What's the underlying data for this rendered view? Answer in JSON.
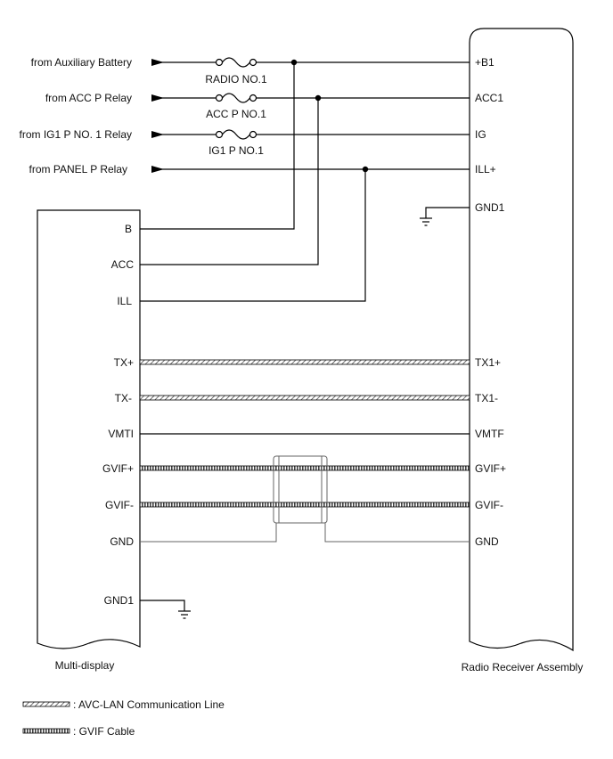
{
  "inputs": [
    {
      "label": "from Auxiliary Battery",
      "fuse": "RADIO NO.1",
      "terminal": "+B1"
    },
    {
      "label": "from ACC P Relay",
      "fuse": "ACC P NO.1",
      "terminal": "ACC1"
    },
    {
      "label": "from IG1 P NO. 1 Relay",
      "fuse": "IG1 P NO.1",
      "terminal": "IG"
    },
    {
      "label": "from PANEL P Relay",
      "fuse": "",
      "terminal": "ILL+"
    }
  ],
  "radio_receiver": {
    "name": "Radio Receiver Assembly",
    "ground_terminal": "GND1"
  },
  "multi_display": {
    "name": "Multi-display",
    "power_terminals": [
      "B",
      "ACC",
      "ILL"
    ],
    "ground_terminal": "GND1"
  },
  "signals": [
    {
      "left": "TX+",
      "right": "TX1+",
      "line_type": "avc"
    },
    {
      "left": "TX-",
      "right": "TX1-",
      "line_type": "avc"
    },
    {
      "left": "VMTI",
      "right": "VMTF",
      "line_type": "plain"
    },
    {
      "left": "GVIF+",
      "right": "GVIF+",
      "line_type": "gvif"
    },
    {
      "left": "GVIF-",
      "right": "GVIF-",
      "line_type": "gvif"
    },
    {
      "left": "GND",
      "right": "GND",
      "line_type": "shield"
    }
  ],
  "legend": [
    {
      "type": "avc",
      "text": ": AVC-LAN Communication Line"
    },
    {
      "type": "gvif",
      "text": ": GVIF Cable"
    }
  ],
  "colors": {
    "line": "#000000",
    "shield": "#555555",
    "cable": "#444444"
  }
}
